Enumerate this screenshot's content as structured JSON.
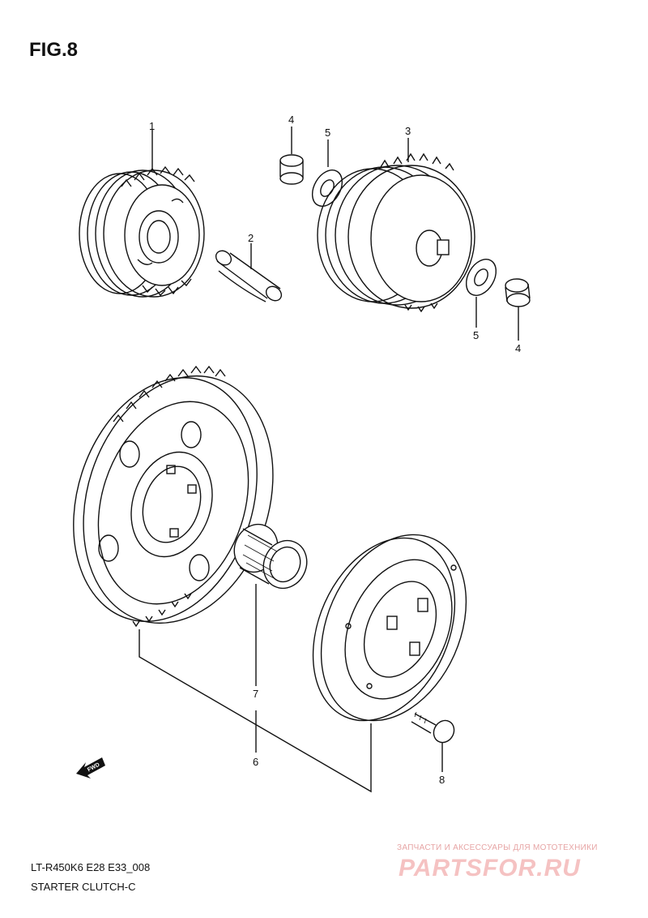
{
  "figure": {
    "title": "FIG.8"
  },
  "parts": [
    {
      "number": "1"
    },
    {
      "number": "2"
    },
    {
      "number": "3"
    },
    {
      "number": "4"
    },
    {
      "number": "5"
    },
    {
      "number": "5"
    },
    {
      "number": "4"
    },
    {
      "number": "7"
    },
    {
      "number": "6"
    },
    {
      "number": "8"
    }
  ],
  "direction_marker": {
    "text": "FWD"
  },
  "footer": {
    "model_code": "LT-R450K6 E28 E33_008",
    "section_name": "STARTER CLUTCH-C"
  },
  "watermark": {
    "tagline": "ЗАПЧАСТИ И АКСЕССУАРЫ ДЛЯ МОТОТЕХНИКИ",
    "logo_text": "PARTSFOR.RU"
  }
}
